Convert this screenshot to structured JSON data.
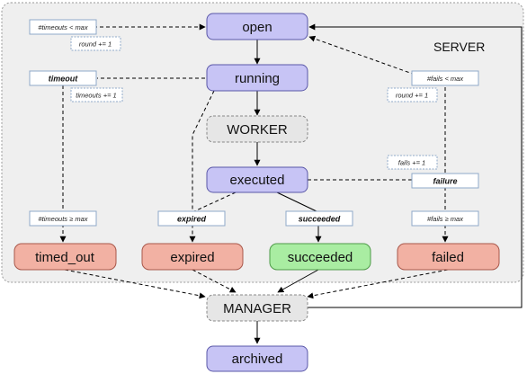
{
  "region": {
    "label": "SERVER"
  },
  "states": {
    "open": "open",
    "running": "running",
    "worker": "WORKER",
    "executed": "executed",
    "timed_out": "timed_out",
    "expired": "expired",
    "succeeded": "succeeded",
    "failed": "failed",
    "manager": "MANAGER",
    "archived": "archived"
  },
  "conditions": {
    "timeout": "timeout",
    "expired": "expired",
    "succeeded": "succeeded",
    "failure": "failure"
  },
  "notes": {
    "timeouts_lt_max": "#timeouts < max",
    "round_inc_left": "round += 1",
    "timeouts_inc": "timeouts += 1",
    "timeouts_ge_max": "#timeouts ≥ max",
    "fails_lt_max": "#fails < max",
    "round_inc_right": "round += 1",
    "fails_inc": "fails += 1",
    "fails_ge_max": "#fails ≥ max"
  },
  "colors": {
    "region_fill": "#efefef",
    "region_stroke": "#9a9a9a",
    "state_blue": "#c7c4f5",
    "state_blue_stroke": "#5a57a8",
    "state_gray": "#e6e6e6",
    "state_gray_stroke": "#888888",
    "state_red": "#f2b1a3",
    "state_red_stroke": "#a8574a",
    "state_green": "#a9eda2",
    "state_green_stroke": "#4e9a48",
    "note_stroke": "#8fa9c8"
  }
}
